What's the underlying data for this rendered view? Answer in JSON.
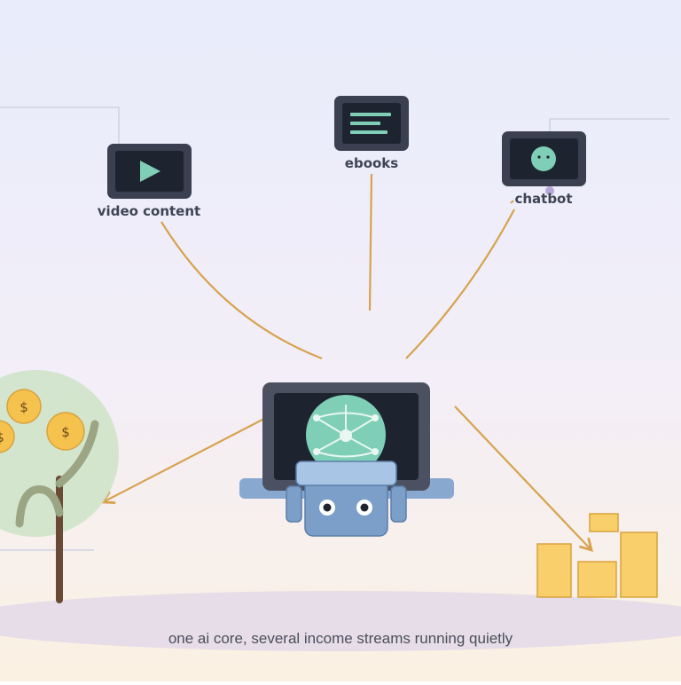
{
  "labels": {
    "video": "video content",
    "ebooks": "ebooks",
    "chatbot": "chatbot"
  },
  "caption": "one ai core, several income streams running quietly",
  "coins": [
    "$",
    "$",
    "$"
  ],
  "icons": {
    "video": "play-icon",
    "ebooks": "text-lines-icon",
    "chatbot": "bot-face-icon",
    "core": "network-globe-icon",
    "tree": "money-tree-icon",
    "chart": "bar-chart-icon"
  },
  "colors": {
    "bg_top": "#e8ecfb",
    "bg_bottom": "#fbf1e2",
    "arrow": "#d8a24e",
    "screen_frame": "#3b4050",
    "screen_inner": "#1e2330",
    "accent": "#7fcfb6",
    "robot": "#7b9fc9",
    "coin": "#f5c24e",
    "bar": "#f8cf6a"
  }
}
